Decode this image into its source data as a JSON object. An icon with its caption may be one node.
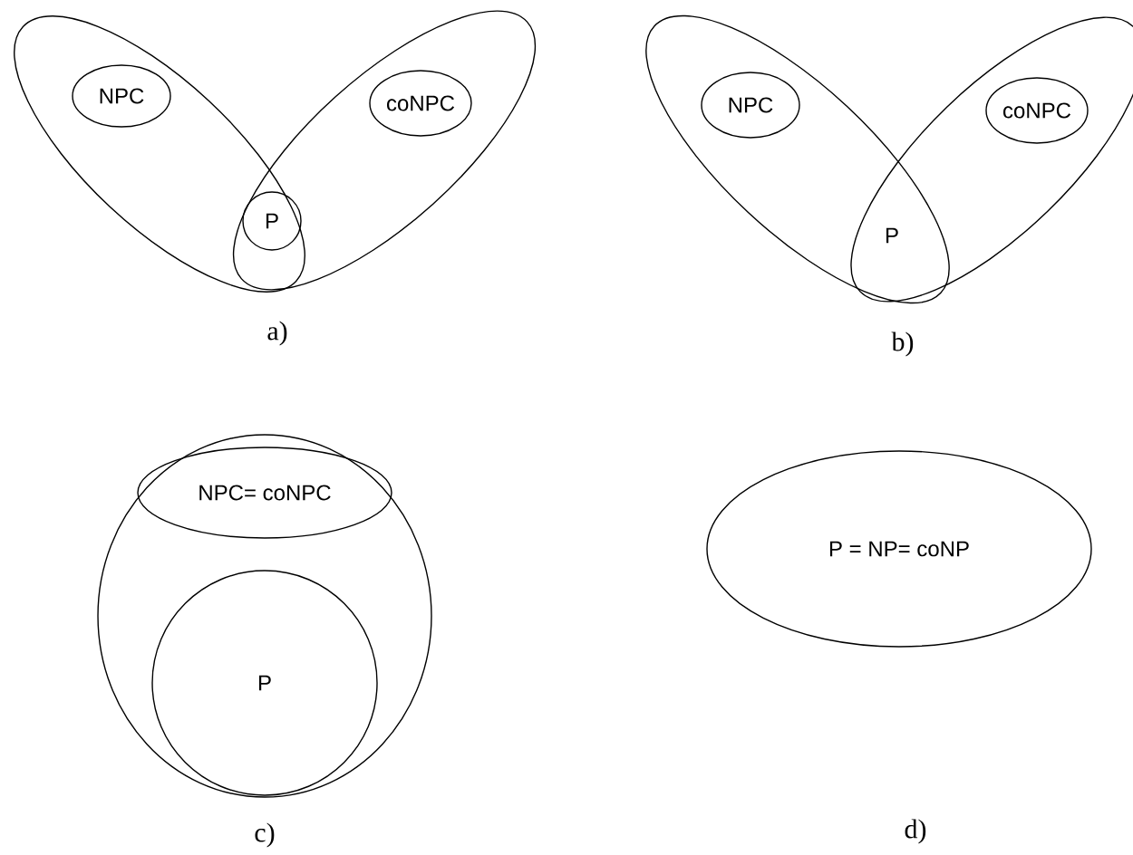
{
  "diagram": {
    "nodes": [
      {
        "text": [],
        "shape": "ellipse"
      },
      {
        "text": [
          "NPC"
        ],
        "in": 0
      },
      {
        "text": [],
        "shape": "ellipse"
      },
      {
        "text": [
          "coNPC"
        ],
        "in": 2
      },
      {
        "text": [
          "P"
        ]
      },
      {
        "text": [],
        "shape": "ellipse"
      },
      {
        "text": [
          "NPC"
        ],
        "in": 5
      },
      {
        "text": [],
        "shape": "ellipse"
      },
      {
        "text": [
          "coNPC"
        ],
        "in": 7
      },
      {
        "text": [],
        "shape": "ellipse"
      },
      {
        "text": [
          "NPC= coNPC"
        ],
        "in": 9
      },
      {
        "text": [
          "P"
        ],
        "in": 9
      },
      {
        "text": [
          "P = NP= coNP"
        ]
      }
    ],
    "edges": [],
    "labels": [
      "P",
      "a)",
      "b)",
      "c)",
      "d)"
    ]
  }
}
